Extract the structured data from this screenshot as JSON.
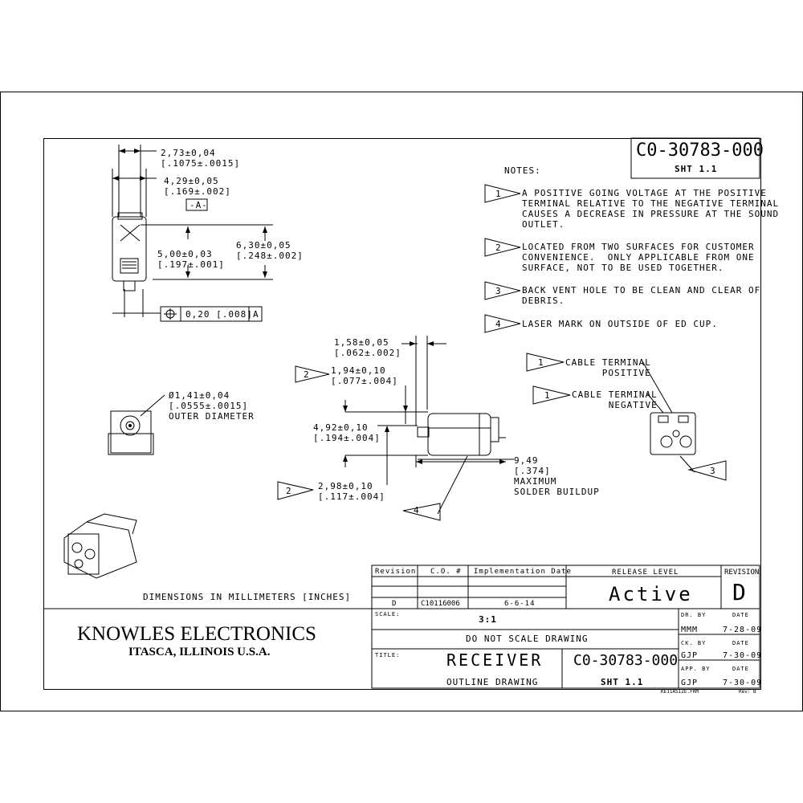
{
  "header": {
    "drawing_number": "C0-30783-000",
    "sheet": "SHT 1.1"
  },
  "notes": {
    "title": "NOTES:",
    "items": [
      {
        "num": "1",
        "text": "A POSITIVE GOING VOLTAGE AT THE POSITIVE\nTERMINAL RELATIVE TO THE NEGATIVE TERMINAL\nCAUSES A DECREASE IN PRESSURE AT THE SOUND\nOUTLET."
      },
      {
        "num": "2",
        "text": "LOCATED FROM TWO SURFACES FOR CUSTOMER\nCONVENIENCE.  ONLY APPLICABLE FROM ONE\nSURFACE, NOT TO BE USED TOGETHER."
      },
      {
        "num": "3",
        "text": "BACK VENT HOLE TO BE CLEAN AND CLEAR OF\nDEBRIS."
      },
      {
        "num": "4",
        "text": "LASER MARK ON OUTSIDE OF ED CUP."
      }
    ]
  },
  "dims": {
    "d1": "2,73±0,04\n[.1075±.0015]",
    "d2": "4,29±0,05\n[.169±.002]",
    "datum": "-A-",
    "d3": "5,00±0,03\n[.197±.001]",
    "d4": "6,30±0,05\n[.248±.002]",
    "fcf_tol": "0,20 [.008]",
    "fcf_datum": "A",
    "d5": "Ø1,41±0,04\n[.0555±.0015]\nOUTER DIAMETER",
    "d6": "1,58±0,05\n[.062±.002]",
    "d7": "1,94±0,10\n[.077±.004]",
    "d8": "4,92±0,10\n[.194±.004]",
    "d9": "2,98±0,10\n[.117±.004]",
    "d10": "9,49\n[.374]\nMAXIMUM\nSOLDER BUILDUP"
  },
  "callouts": {
    "cable_pos": "CABLE TERMINAL\nPOSITIVE",
    "cable_neg": "CABLE TERMINAL\nNEGATIVE",
    "n1a": "1",
    "n1b": "1",
    "n2a": "2",
    "n2b": "2",
    "n3": "3",
    "n4": "4"
  },
  "units_note": "DIMENSIONS IN MILLIMETERS [INCHES]",
  "revision_table": {
    "headers": [
      "Revision",
      "C.O. #",
      "Implementation Date"
    ],
    "row": [
      "D",
      "C10116006",
      "6-6-14"
    ]
  },
  "release": {
    "label": "RELEASE LEVEL",
    "value": "Active",
    "revision_label": "REVISION",
    "revision_value": "D"
  },
  "company": {
    "name": "KNOWLES ELECTRONICS",
    "location": "ITASCA, ILLINOIS U.S.A."
  },
  "title_block": {
    "scale_label": "SCALE:",
    "scale_value": "3:1",
    "no_scale": "DO NOT SCALE DRAWING",
    "title_label": "TITLE:",
    "title": "RECEIVER",
    "subtitle": "OUTLINE DRAWING",
    "number": "C0-30783-000",
    "sheet": "SHT 1.1",
    "dr_by_label": "DR. BY",
    "date_label": "DATE",
    "dr_by": "MMM",
    "dr_date": "7-28-09",
    "ck_by_label": "CK. BY",
    "ck_by": "GJP",
    "ck_date": "7-30-09",
    "app_by_label": "APP. BY",
    "app_by": "GJP",
    "app_date": "7-30-09",
    "frame_file": "KE11ASIZE.FRM",
    "frame_rev": "Rev: B"
  }
}
